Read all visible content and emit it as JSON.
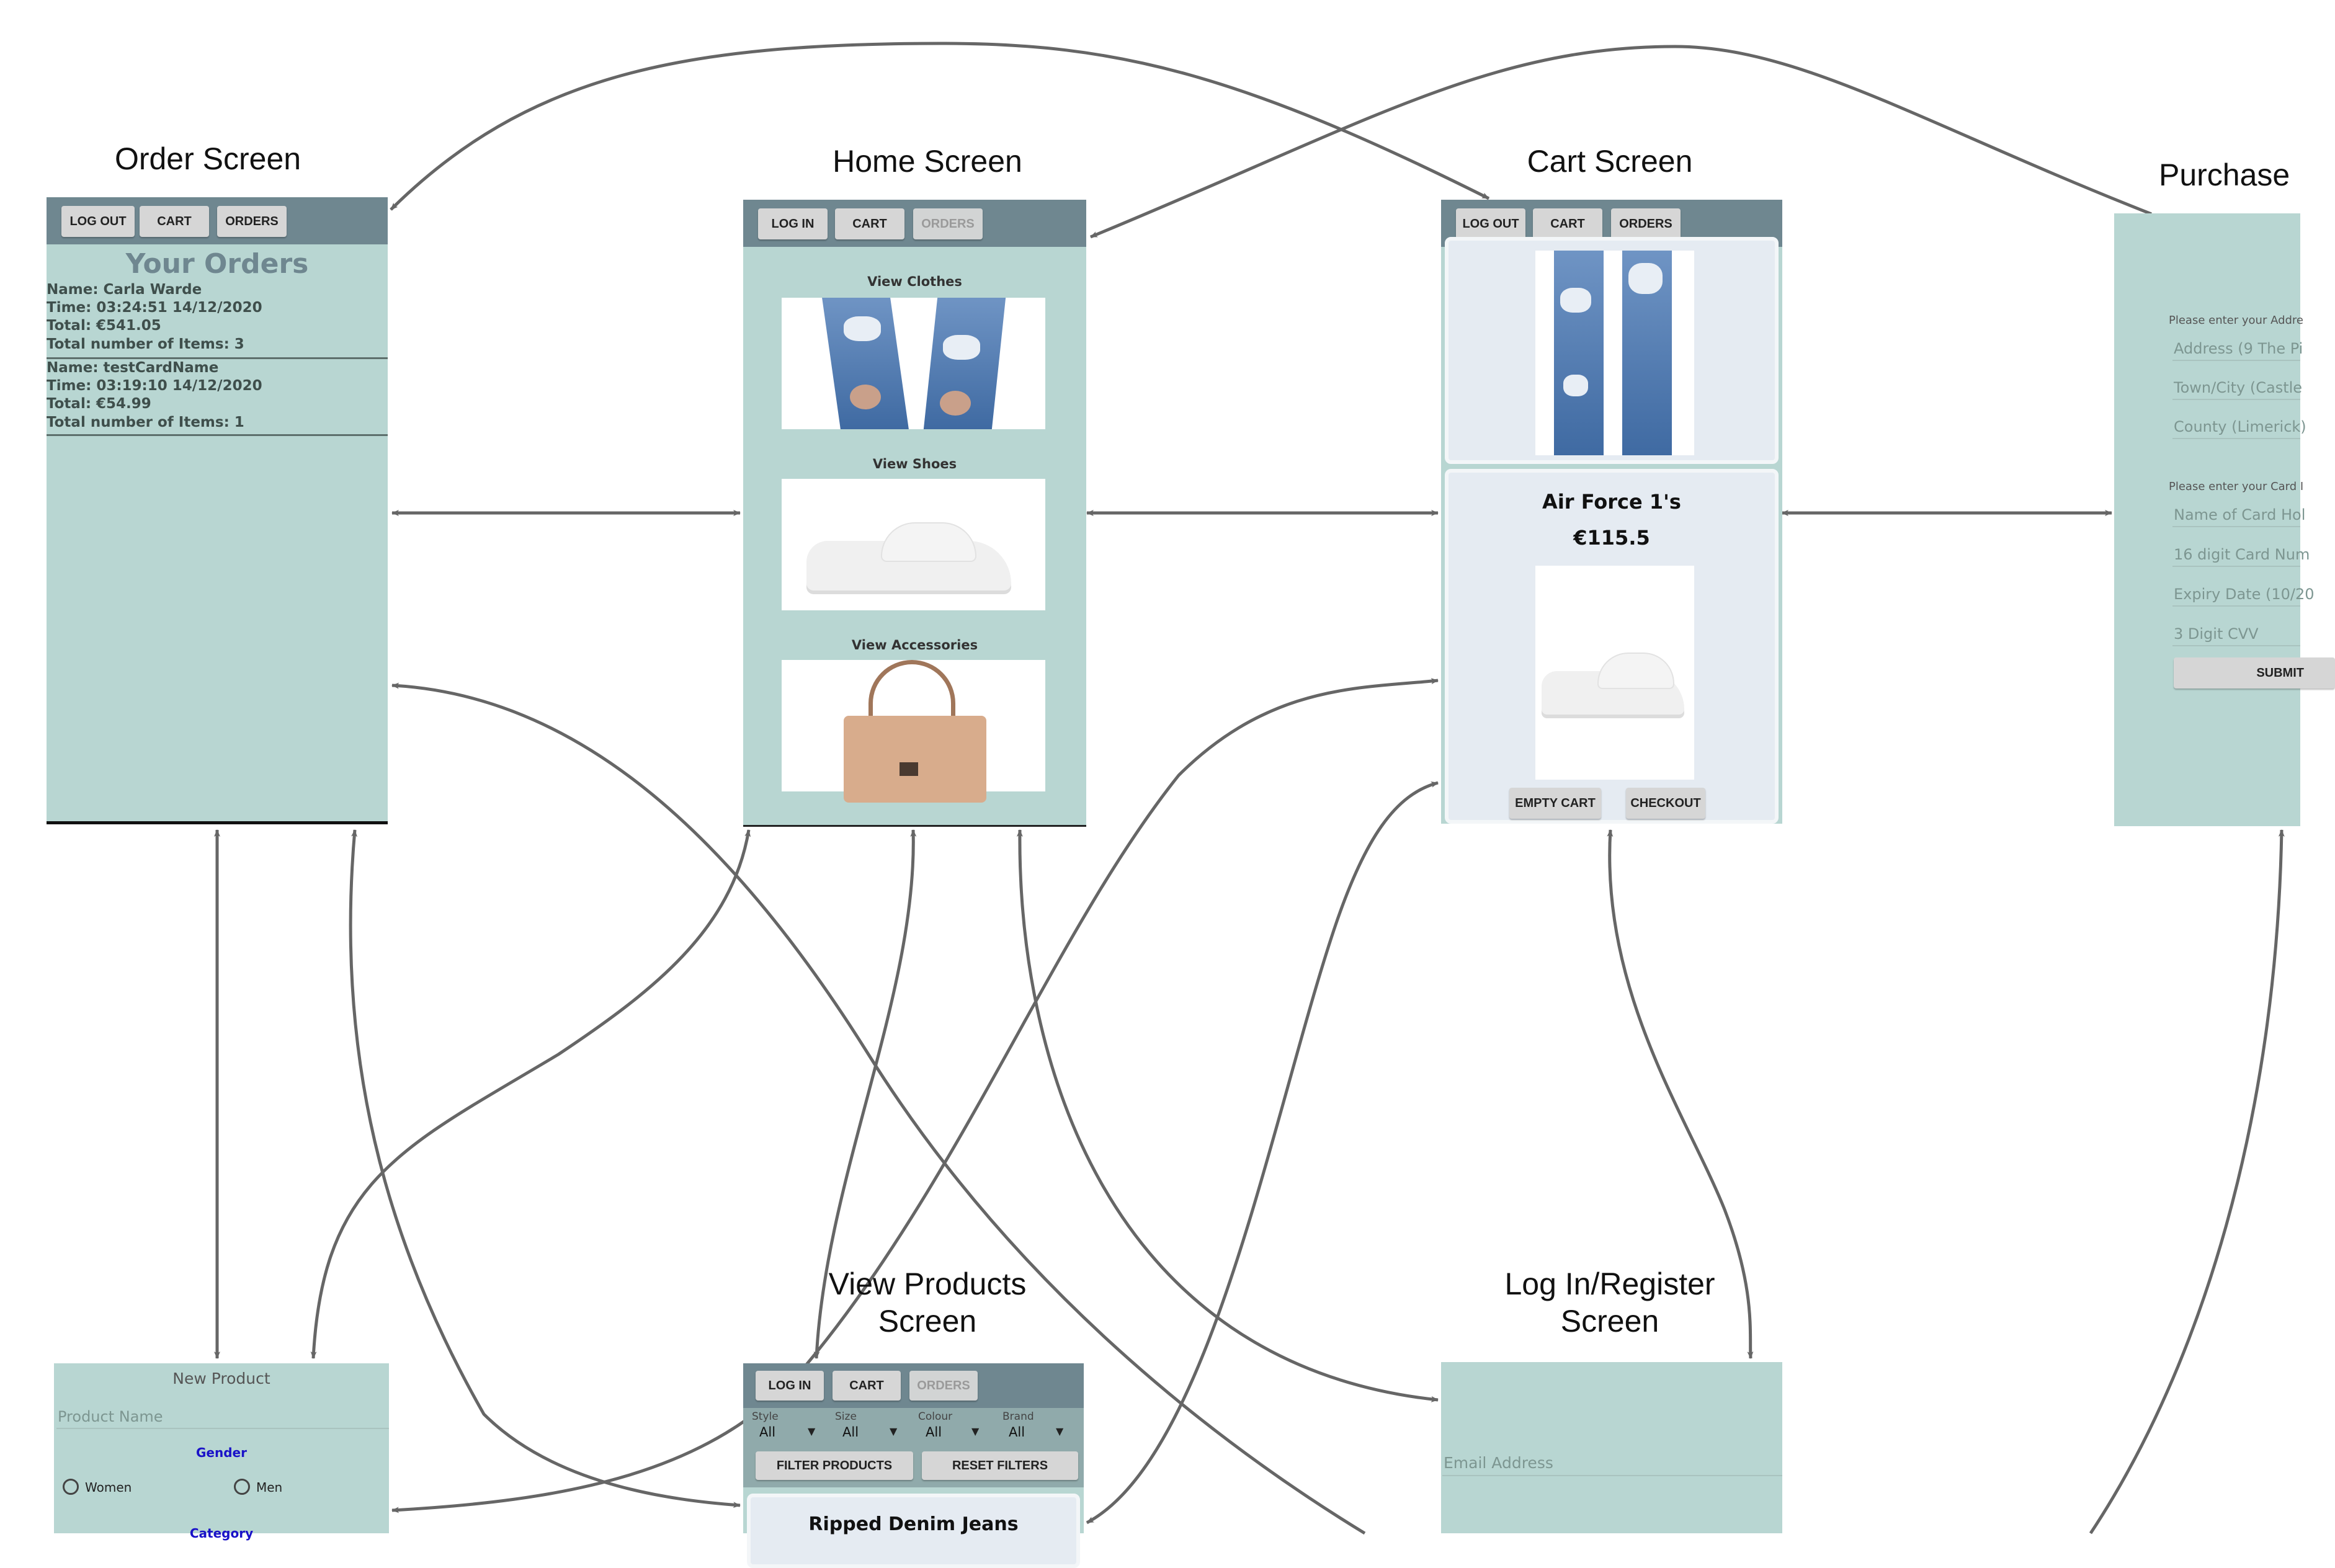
{
  "titles": {
    "order": "Order Screen",
    "home": "Home Screen",
    "cart": "Cart Screen",
    "purchase": "Purchase",
    "view_products": "View Products Screen",
    "login": "Log In/Register Screen"
  },
  "nav": {
    "log_out": "LOG OUT",
    "log_in": "LOG IN",
    "cart": "CART",
    "orders": "ORDERS"
  },
  "order_screen": {
    "heading": "Your Orders",
    "orders": [
      {
        "name": "Name: Carla Warde",
        "time": "Time: 03:24:51 14/12/2020",
        "total": "Total: €541.05",
        "items": "Total number of Items: 3"
      },
      {
        "name": "Name: testCardName",
        "time": "Time: 03:19:10 14/12/2020",
        "total": "Total: €54.99",
        "items": "Total number of Items: 1"
      }
    ]
  },
  "home_screen": {
    "sections": [
      "View Clothes",
      "View Shoes",
      "View Accessories"
    ]
  },
  "cart_screen": {
    "product_name": "Air Force 1's",
    "product_price": "€115.5",
    "empty_cart": "EMPTY CART",
    "checkout": "CHECKOUT"
  },
  "purchase_screen": {
    "address_prompt": "Please enter your Addre",
    "address_placeholder": "Address (9 The Pi",
    "town_placeholder": "Town/City (Castle",
    "county_placeholder": "County (Limerick)",
    "card_prompt": "Please enter your Card I",
    "card_holder_placeholder": "Name of Card Hol",
    "card_number_placeholder": "16 digit Card Num",
    "expiry_placeholder": "Expiry Date (10/20",
    "cvv_placeholder": "3 Digit CVV",
    "submit": "SUBMIT"
  },
  "new_product_screen": {
    "title": "New Product",
    "product_name_placeholder": "Product Name",
    "gender_label": "Gender",
    "women": "Women",
    "men": "Men",
    "category_label": "Category"
  },
  "view_products_screen": {
    "filters": [
      {
        "label": "Style",
        "value": "All"
      },
      {
        "label": "Size",
        "value": "All"
      },
      {
        "label": "Colour",
        "value": "All"
      },
      {
        "label": "Brand",
        "value": "All"
      }
    ],
    "filter_button": "FILTER PRODUCTS",
    "reset_button": "RESET FILTERS",
    "first_product": "Ripped Denim Jeans"
  },
  "login_screen": {
    "email_placeholder": "Email Address"
  },
  "colors": {
    "screen_bg": "#b8d6d2",
    "nav_bar": "#6f8790",
    "button": "#d6d6d6",
    "heading": "#6f8790",
    "gender_label": "#1a12c8",
    "arrow": "#666666"
  }
}
